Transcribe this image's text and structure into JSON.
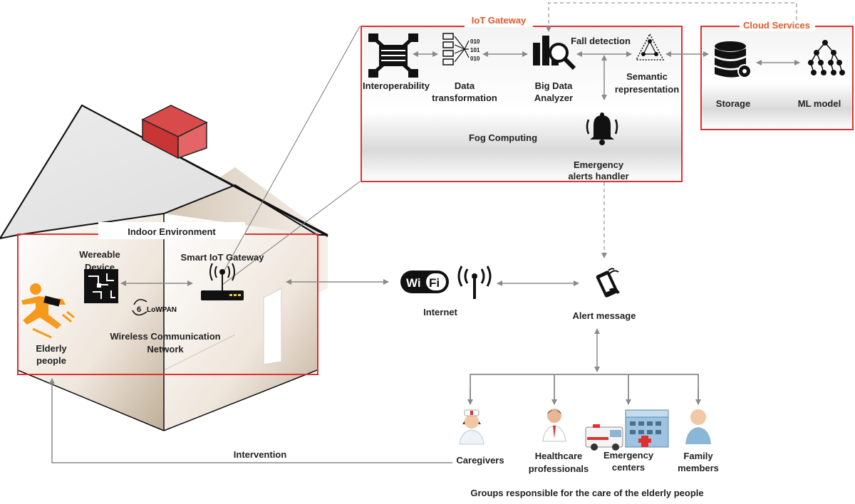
{
  "iot_gateway": {
    "title": "IoT Gateway",
    "interoperability": "Interoperability",
    "data_transformation_1": "Data",
    "data_transformation_2": "transformation",
    "big_data_1": "Big Data",
    "big_data_2": "Analyzer",
    "fall_detection": "Fall detection",
    "semantic_1": "Semantic",
    "semantic_2": "representation",
    "fog_computing": "Fog Computing",
    "emergency_1": "Emergency",
    "emergency_2": "alerts handler"
  },
  "cloud": {
    "title": "Cloud Services",
    "storage": "Storage",
    "ml_model": "ML model"
  },
  "indoor": {
    "title": "Indoor Environment",
    "wearable_1": "Wereable",
    "wearable_2": "Device",
    "smart_gateway": "Smart IoT Gateway",
    "lowpan": "LoWPAN",
    "wireless_1": "Wireless Communication",
    "wireless_2": "Network",
    "elderly_1": "Elderly",
    "elderly_2": "people"
  },
  "network": {
    "wifi": "WiFi",
    "internet": "Internet",
    "alert_message": "Alert message"
  },
  "groups": {
    "caregivers": "Caregivers",
    "health_1": "Healthcare",
    "health_2": "professionals",
    "emergency_1": "Emergency",
    "emergency_2": "centers",
    "family_1": "Family",
    "family_2": "members",
    "caption": "Groups responsible for the care of the elderly people"
  },
  "intervention": "Intervention",
  "colors": {
    "frame_red": "#e03030",
    "title_orange": "#e8572a",
    "arrow_gray": "#8a8a8a",
    "elderly_orange": "#f59a1a"
  }
}
